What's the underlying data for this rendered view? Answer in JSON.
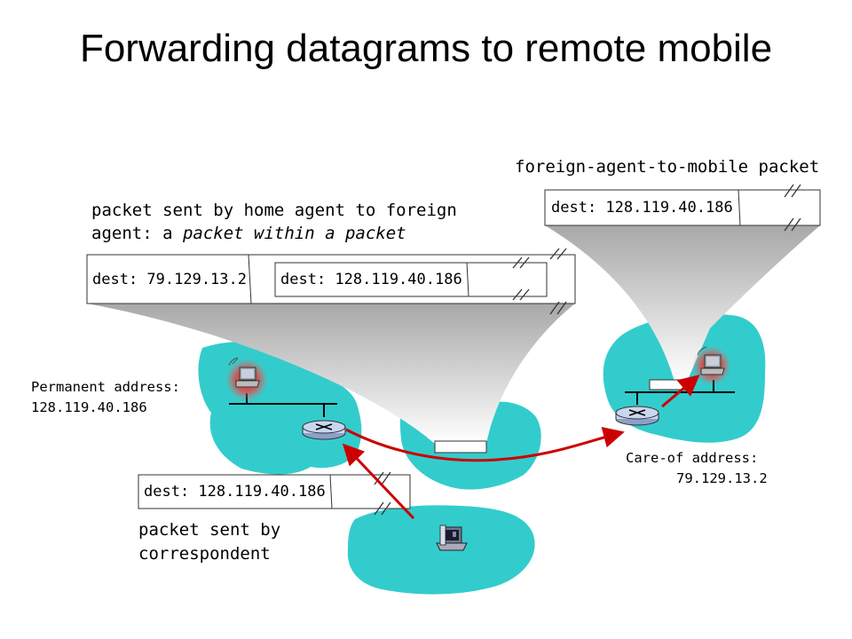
{
  "title": "Forwarding datagrams to remote mobile",
  "captions": {
    "foreign_agent_packet": "foreign-agent-to-mobile packet",
    "home_agent_packet_line1": "packet sent by home agent to foreign",
    "home_agent_packet_line2_prefix": "agent: a ",
    "home_agent_packet_line2_italic": "packet within a packet",
    "correspondent_packet_line1": "packet sent by",
    "correspondent_packet_line2": "correspondent"
  },
  "addresses": {
    "permanent_label": "Permanent address:",
    "permanent_value": "128.119.40.186",
    "care_of_label": "Care-of address:",
    "care_of_value": "79.129.13.2"
  },
  "packets": {
    "outer_dest": "dest: 79.129.13.2",
    "inner_dest": "dest: 128.119.40.186",
    "foreign_dest": "dest: 128.119.40.186",
    "correspondent_dest": "dest: 128.119.40.186"
  },
  "colors": {
    "network": "#33cccc",
    "arrow": "#cc0000",
    "router": "#c9d6ee"
  }
}
